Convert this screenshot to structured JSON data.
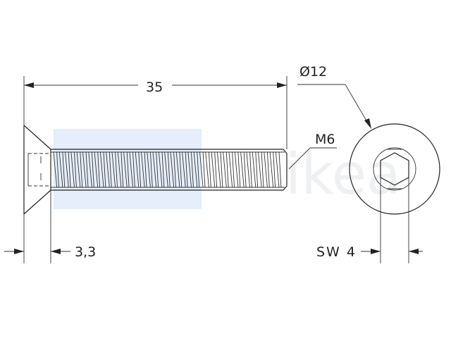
{
  "title": "Countersunk socket head screw drawing",
  "dimensions": {
    "length": "35",
    "head_diameter": "Ø12",
    "thread": "M6",
    "head_height": "3,3",
    "socket_size": "SW 4"
  },
  "watermark": "ikea",
  "colors": {
    "line": "#222222",
    "highlight": "#dce8f8",
    "watermark": "#eef0f2"
  }
}
